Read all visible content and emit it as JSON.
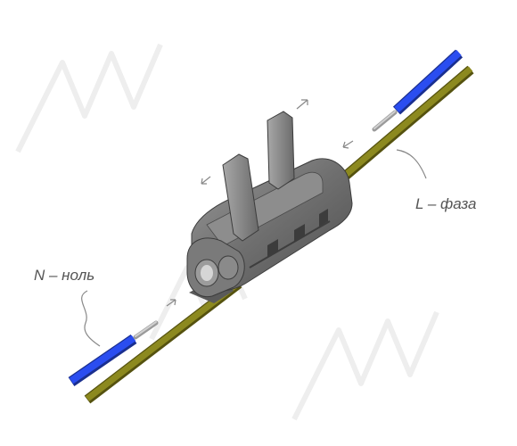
{
  "labels": {
    "neutral": "N – ноль",
    "phase": "L – фаза"
  },
  "colors": {
    "neutral_wire": "#1e3fd6",
    "phase_wire": "#7d7a1c",
    "connector_body": "#737373",
    "conductor": "#b9b9b9",
    "arrows": "#888888",
    "watermark": "#eeeeee"
  },
  "icons": [
    "watermark-logo",
    "motion-arrow-icon"
  ]
}
